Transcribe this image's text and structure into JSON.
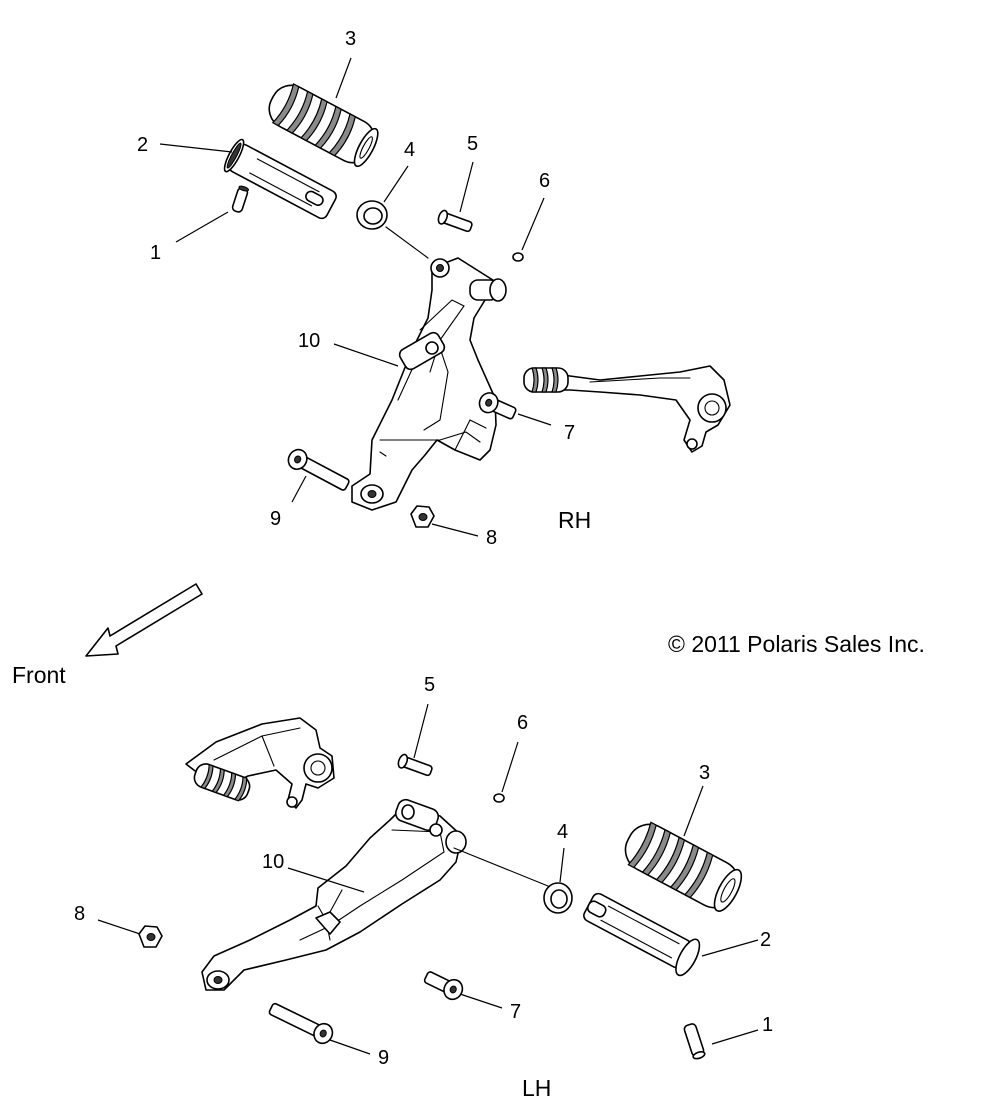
{
  "labels": {
    "rh": "RH",
    "lh": "LH",
    "front": "Front",
    "copyright": "© 2011 Polaris Sales Inc."
  },
  "callouts_rh": {
    "c1": "1",
    "c2": "2",
    "c3": "3",
    "c4": "4",
    "c5": "5",
    "c6": "6",
    "c7": "7",
    "c8": "8",
    "c9": "9",
    "c10": "10"
  },
  "callouts_lh": {
    "c1": "1",
    "c2": "2",
    "c3": "3",
    "c4": "4",
    "c5": "5",
    "c6": "6",
    "c7": "7",
    "c8": "8",
    "c9": "9",
    "c10": "10"
  }
}
